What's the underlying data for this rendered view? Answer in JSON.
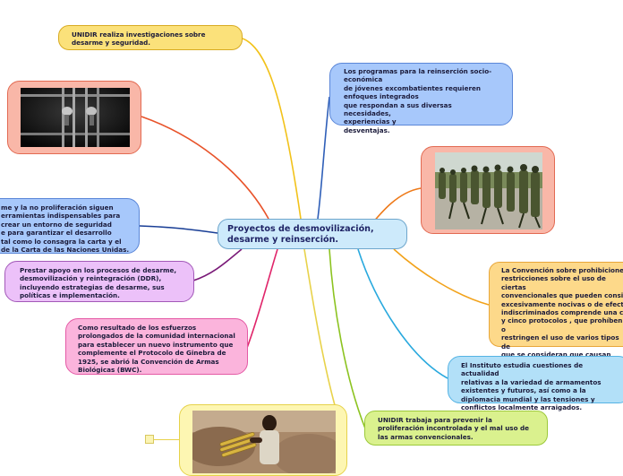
{
  "root": {
    "label": "Proyectos de desmovilización,\ndesarme y reinserción."
  },
  "nodes": {
    "unidir_research": {
      "text": "UNIDIR realiza investigaciones sobre\ndesarme y seguridad."
    },
    "reinsertion_programs": {
      "text": "Los programas para la reinserción socio-\neconómica\nde jóvenes excombatientes requieren\nenfoques integrados\nque respondan a sus diversas necesidades,\nexperiencias y\ndesventajas."
    },
    "disarmament_tools": {
      "text": "me y la no proliferación siguen\nerramientas indispensables para\ncrear un entorno de seguridad\ne para garantizar el desarrollo\ntal como lo consagra la carta y el\nde la Carta de las Naciones Unidas."
    },
    "ddr_support": {
      "text": "Prestar apoyo en los procesos de desarme,\ndesmovilización y reintegración (DDR),\nincluyendo estrategias de desarme, sus\npolíticas e implementación."
    },
    "bwc": {
      "text": "Como resultado de los esfuerzos\nprolongados de la comunidad internacional\npara establecer un nuevo instrumento que\ncomplemente el Protocolo de Ginebra de\n1925, se abrió la Convención de Armas\nBiológicas (BWC)."
    },
    "convention": {
      "text": "La Convención sobre prohibiciones\nrestricciones sobre el uso de ciertas\nconvencionales que pueden consid\nexcesivamente nocivas o de efecto\nindiscriminados comprende una co\ny cinco protocolos , que prohíben o\nrestringen el uso de varios tipos de\nque se consideran que causan sufri\ninnecesario o que afectan\nindiscriminadamente a soldados o"
    },
    "institute": {
      "text": "El Instituto estudia cuestiones de actualidad\nrelativas a la variedad de armamentos\nexistentes y futuros, así como a la\ndiplomacia mundial y las tensiones y\nconflictos localmente arraigados."
    },
    "unidir_proliferation": {
      "text": "UNIDIR trabaja para prevenir la\nproliferación incontrolada y el mal uso de\nlas armas convencionales."
    }
  },
  "images": {
    "prison": "prison-bars-photo",
    "soldiers": "marching-soldiers-photo",
    "child": "child-with-ammunition-photo"
  },
  "branch_colors": {
    "yellow": "#f2c21a",
    "blue": "#2f5fb8",
    "orange": "#ee7a1a",
    "red_orange": "#e8532a",
    "navy": "#1a3f96",
    "purple": "#7a1a78",
    "pink": "#e0256a",
    "cyan": "#29a9de",
    "green": "#8cc320",
    "light_yellow": "#e8d24a"
  }
}
